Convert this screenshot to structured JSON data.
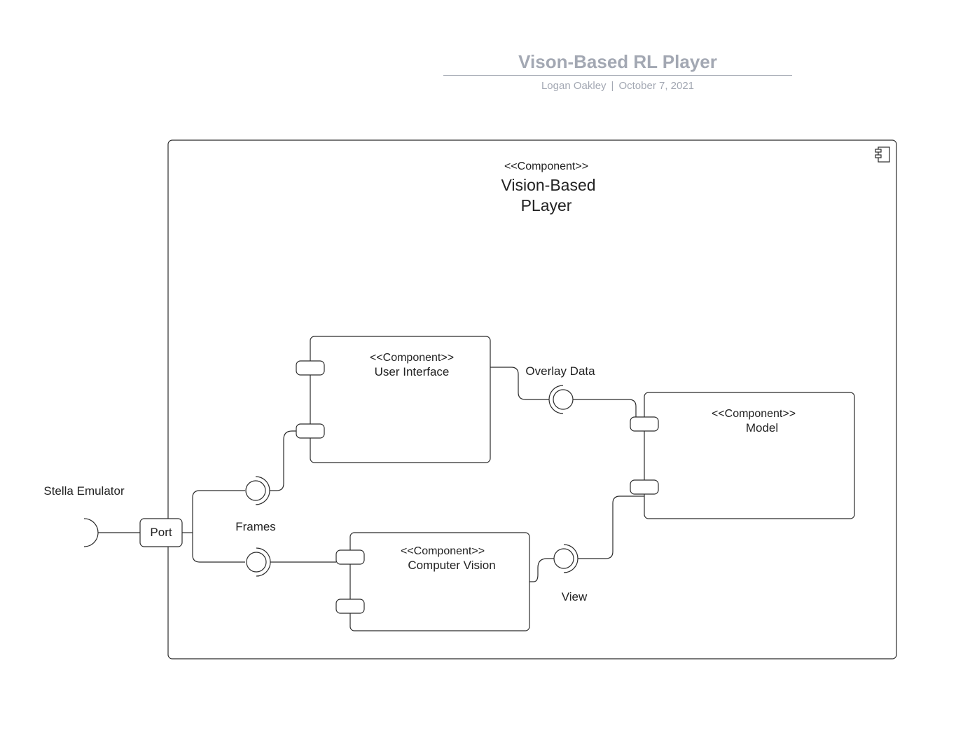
{
  "header": {
    "title": "Vison-Based RL Player",
    "author": "Logan Oakley",
    "date": "October 7, 2021"
  },
  "outer_component": {
    "stereotype": "<<Component>>",
    "name_line1": "Vision-Based",
    "name_line2": "PLayer",
    "icon": "component-icon"
  },
  "components": {
    "user_interface": {
      "stereotype": "<<Component>>",
      "name": "User Interface"
    },
    "model": {
      "stereotype": "<<Component>>",
      "name": "Model"
    },
    "computer_vision": {
      "stereotype": "<<Component>>",
      "name": "Computer Vision"
    }
  },
  "labels": {
    "stella_emulator": "Stella Emulator",
    "port": "Port",
    "frames": "Frames",
    "overlay_data": "Overlay Data",
    "view": "View"
  },
  "colors": {
    "title_gray": "#a3a8b3",
    "stroke": "#2b2b2b"
  }
}
